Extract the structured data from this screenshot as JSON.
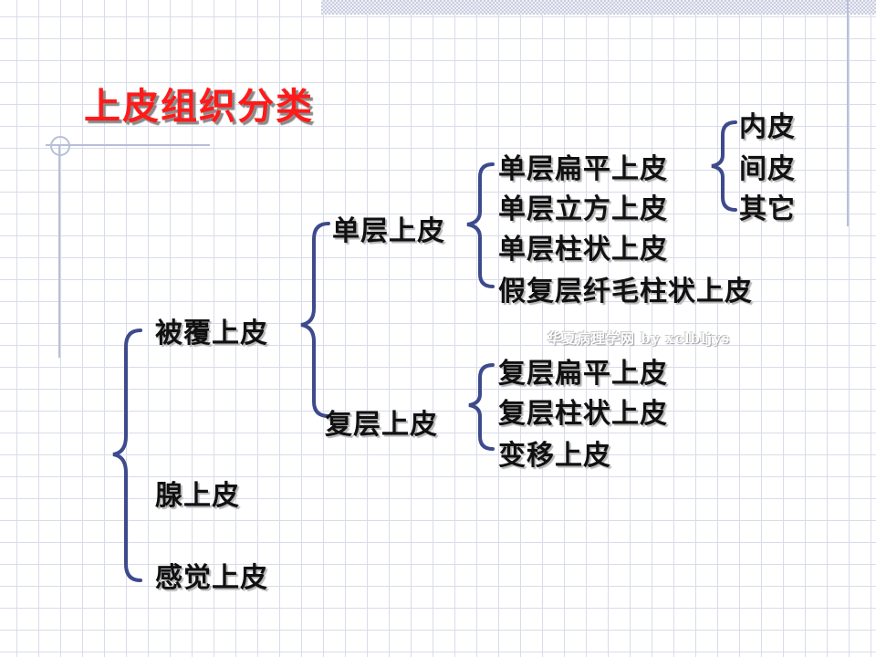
{
  "title": "上皮组织分类",
  "watermark": "华夏病理学网 by xclbljys",
  "tree": {
    "level1": [
      "被覆上皮",
      "腺上皮",
      "感觉上皮"
    ],
    "covering": [
      "单层上皮",
      "复层上皮"
    ],
    "simple": [
      "单层扁平上皮",
      "单层立方上皮",
      "单层柱状上皮",
      "假复层纤毛柱状上皮"
    ],
    "squamous_types": [
      "内皮",
      "间皮",
      "其它"
    ],
    "stratified": [
      "复层扁平上皮",
      "复层柱状上皮",
      "变移上皮"
    ]
  },
  "colors": {
    "title": "#ff1a1a",
    "brace": "#3d4a8c",
    "grid": "#d8dcea"
  }
}
